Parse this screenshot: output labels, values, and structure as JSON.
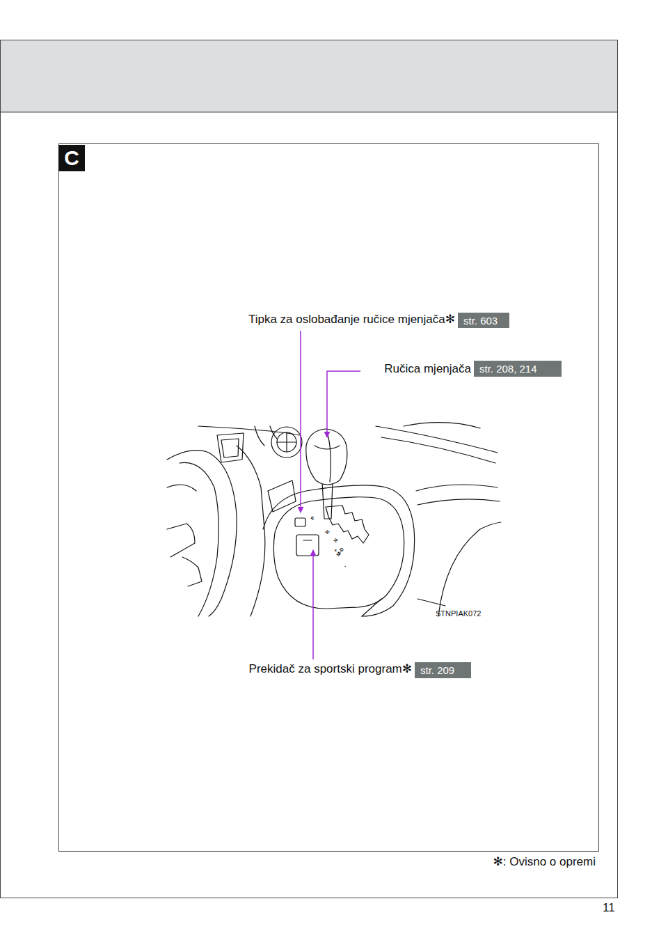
{
  "diagram": {
    "nodes": [
      {
        "text": [
          "C"
        ]
      },
      {
        "text": [
          "str. 603"
        ]
      },
      {
        "text": [
          "str. 208, 214"
        ]
      },
      {
        "text": [
          "str. 209"
        ]
      }
    ],
    "labels": [
      "Tipka za oslobađanje ručice mjenjača✻",
      "Ručica mjenjača",
      "Prekidač za sportski program✻",
      "P",
      "R",
      "N",
      "+",
      "M-D",
      "-",
      "STNPIAK072",
      "✻: Ovisno o opremi",
      "11"
    ]
  }
}
